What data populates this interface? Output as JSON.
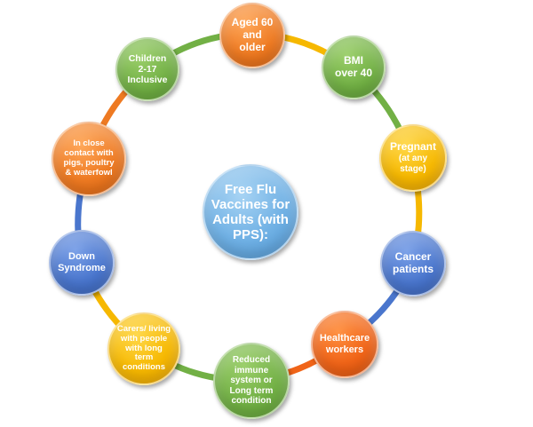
{
  "center": {
    "label": "Free Flu Vaccines for Adults (with PPS):"
  },
  "nodes": [
    {
      "id": "aged-60",
      "label": "Aged 60 and older",
      "sub": "",
      "color": "#ee7a22"
    },
    {
      "id": "bmi-over-40",
      "label": "BMI over 40",
      "sub": "",
      "color": "#72b045"
    },
    {
      "id": "pregnant",
      "label": "Pregnant",
      "sub": "(at any stage)",
      "color": "#f6b800"
    },
    {
      "id": "cancer-patients",
      "label": "Cancer patients",
      "sub": "",
      "color": "#4a76cd"
    },
    {
      "id": "healthcare-workers",
      "label": "Healthcare workers",
      "sub": "",
      "color": "#f06418"
    },
    {
      "id": "reduced-immune",
      "label": "Reduced immune system or Long term condition",
      "sub": "",
      "color": "#72b045"
    },
    {
      "id": "carers",
      "label": "Carers/ living with people with long term conditions",
      "sub": "",
      "color": "#f6b800"
    },
    {
      "id": "down-syndrome",
      "label": "Down Syndrome",
      "sub": "",
      "color": "#4a76cd"
    },
    {
      "id": "close-contact",
      "label": "In close contact with pigs, poultry & waterfowl",
      "sub": "",
      "color": "#ee7a22"
    },
    {
      "id": "children",
      "label": "Children 2-17 Inclusive",
      "sub": "",
      "color": "#72b045"
    }
  ],
  "colors": {
    "orange": "#ee7a22",
    "green": "#72b045",
    "yellow": "#f6b800",
    "blue": "#4a76cd",
    "center_blue": "#6fb0e4"
  }
}
